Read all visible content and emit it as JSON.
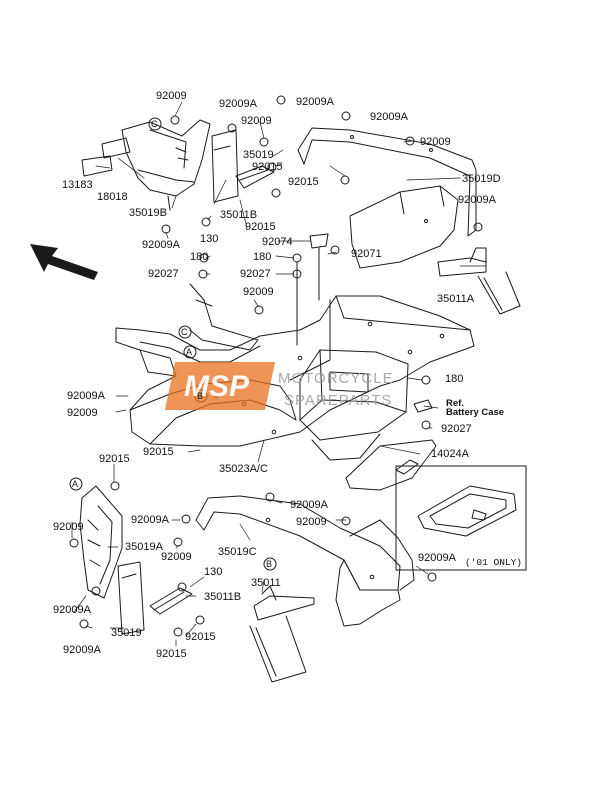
{
  "labels": {
    "l92009_top": "92009",
    "l92009A_a": "92009A",
    "l92009A_b": "92009A",
    "l92009A_c": "92009A",
    "l92009_r1": "92009",
    "l92009_mid": "92009",
    "l35019": "35019",
    "l92015_a": "92015",
    "l92015_b": "92015",
    "l35019D": "35019D",
    "l13183": "13183",
    "l18018": "18018",
    "l35019B": "35019B",
    "l35011B_top": "35011B",
    "l92015_c": "92015",
    "l92009A_r2": "92009A",
    "l92009A_left1": "92009A",
    "l130_top": "130",
    "l92074": "92074",
    "l180_a": "180",
    "l180_b": "180",
    "l92027_a": "92027",
    "l92027_b": "92027",
    "l92071": "92071",
    "l35011A": "35011A",
    "l92009_center": "92009",
    "l180_r": "180",
    "ref_line1": "Ref.",
    "ref_line2": "Battery Case",
    "l92009A_left2": "92009A",
    "l92009_left3": "92009",
    "l92027_r": "92027",
    "l92015_bot": "92015",
    "l35023AC": "35023A/C",
    "l14024A": "14024A",
    "l92015_lower": "92015",
    "l92009A_lower1": "92009A",
    "l92009A_lower2": "92009A",
    "l92009_lower3": "92009",
    "l92009_lower4": "92009",
    "l35019A": "35019A",
    "l35019C": "35019C",
    "l92009_lower5": "92009",
    "l130_bot": "130",
    "l35011": "35011",
    "l92009A_lower6": "92009A",
    "l35011B_bot": "35011B",
    "l92009A_lower7": "92009A",
    "l35019_bot": "35019",
    "l92015_lower2": "92015",
    "l92015_lower3": "92015",
    "l92009A_right": "92009A",
    "only01": "('01 ONLY)"
  },
  "callouts": {
    "A": "A",
    "B": "B",
    "C": "C"
  },
  "watermark": {
    "brand": "MSP",
    "line1": "MOTORCYCLE",
    "line2": "SPAREPARTS"
  },
  "colors": {
    "line": "#1a1a1a",
    "watermark_orange": "#e8701e",
    "watermark_gray": "#9b9b9b"
  }
}
